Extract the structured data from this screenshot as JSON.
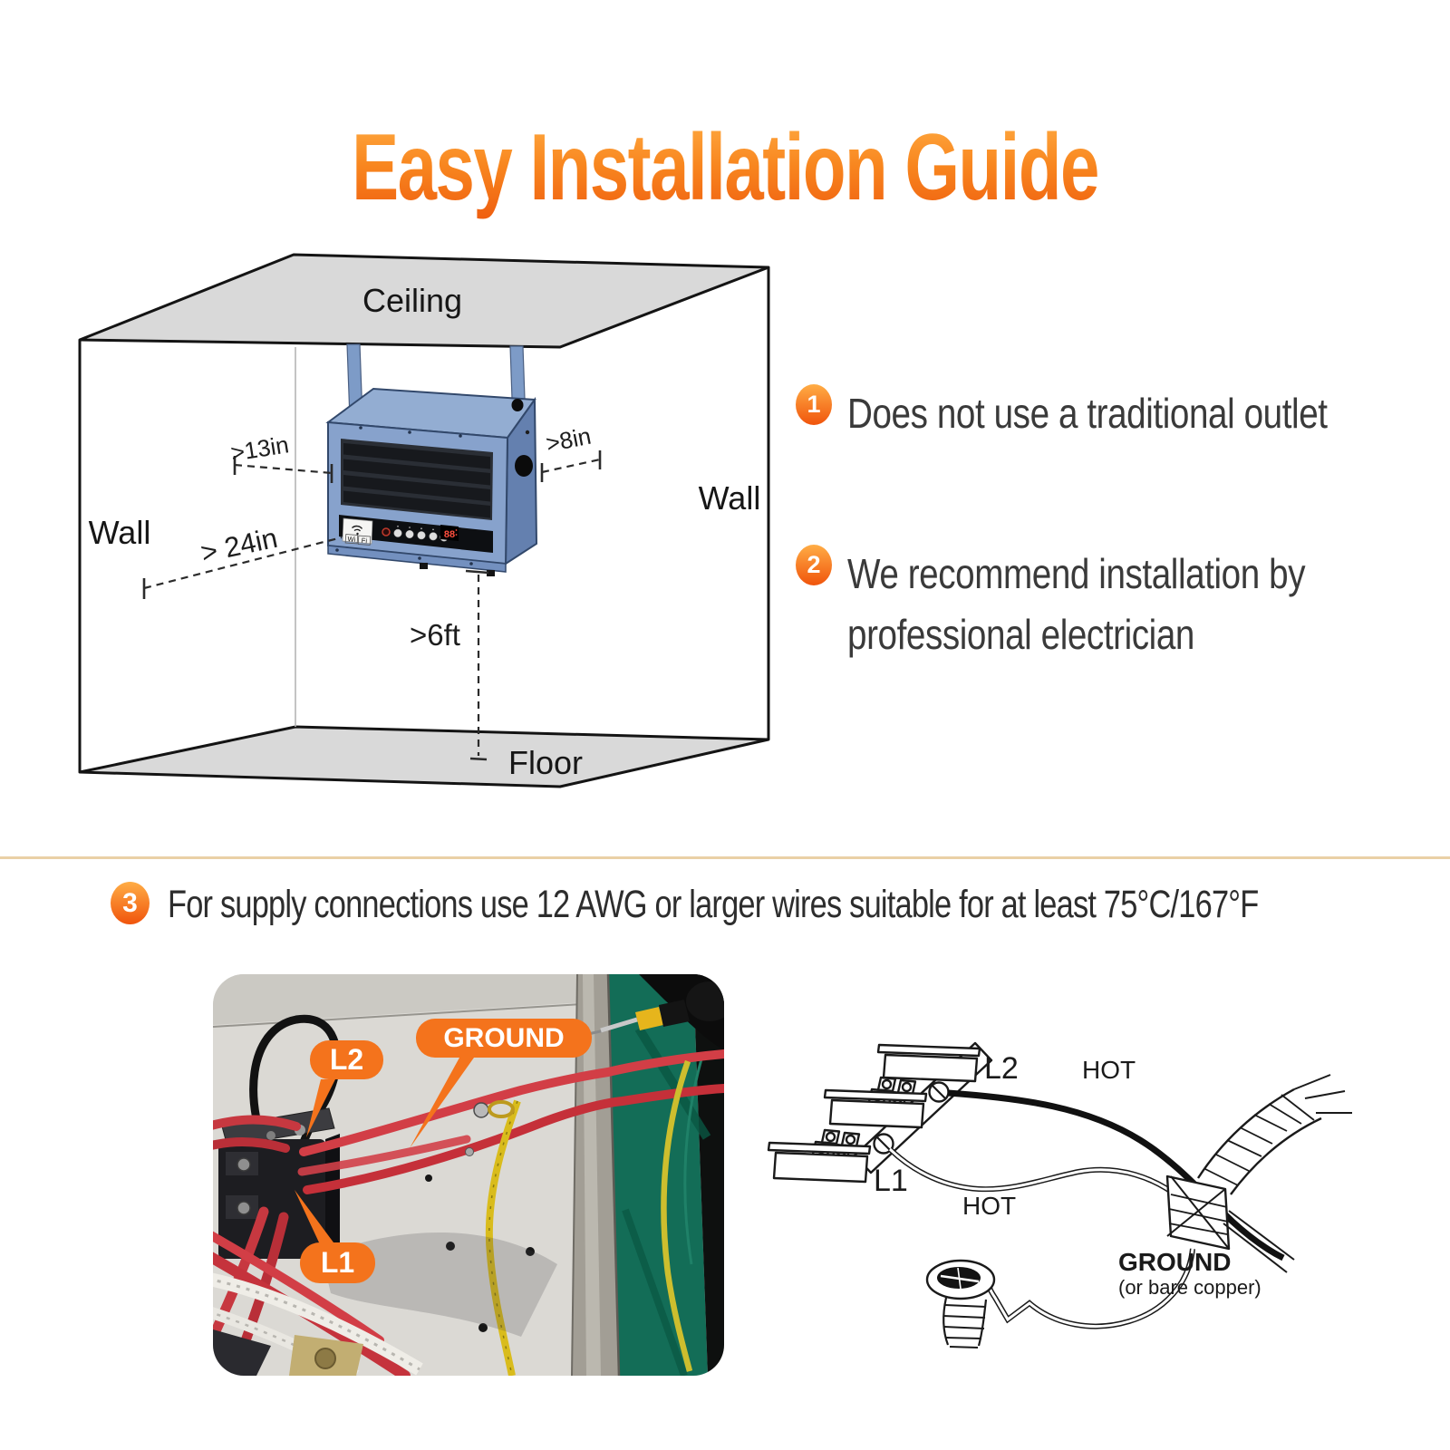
{
  "title": "Easy Installation Guide",
  "room": {
    "labels": {
      "ceiling": "Ceiling",
      "wall_left": "Wall",
      "wall_right": "Wall",
      "floor": "Floor"
    },
    "clearances": {
      "side": ">13in",
      "right": ">8in",
      "wall": "> 24in",
      "floor": ">6ft"
    },
    "heater": {
      "wifi": {
        "wi": "Wi",
        "fi": "Fi"
      },
      "display": "88"
    }
  },
  "steps": [
    {
      "number": "1",
      "lines": [
        "Does not use a traditional outlet"
      ]
    },
    {
      "number": "2",
      "lines": [
        "We recommend installation by",
        "professional electrician"
      ]
    },
    {
      "number": "3",
      "lines": [
        "For supply connections use 12 AWG or larger wires suitable for at least 75°C/167°F"
      ]
    }
  ],
  "photo": {
    "labels": {
      "l2": "L2",
      "ground": "GROUND",
      "l1": "L1"
    }
  },
  "wiring_diagram": {
    "labels": {
      "l2": "L2",
      "hot_top": "HOT",
      "l1": "L1",
      "hot_bottom": "HOT",
      "ground": "GROUND",
      "ground_sub": "(or bare copper)"
    }
  },
  "colors": {
    "title_gradient_top": "#FFAC43",
    "title_gradient_bottom": "#EF5E0F",
    "badge_top": "#FFAD45",
    "badge_bottom": "#F0540C",
    "divider": "#EAD0A6",
    "label_pill_orange": "#F4731C",
    "heater_blue": "#87A2CC",
    "wire_red": "#C73840",
    "wire_yellow": "#D9BC1C",
    "table_green": "#136D57",
    "text_dark": "#3A3A3A"
  }
}
